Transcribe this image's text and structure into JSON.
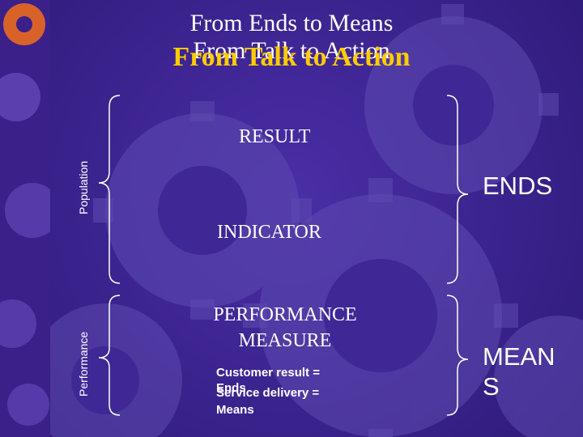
{
  "slide": {
    "title_line1": "From Ends to Means",
    "title_line2_shadow": "From Talk to Action",
    "title_line2": "From Talk to Action",
    "left_labels": {
      "population": "Population",
      "performance": "Performance"
    },
    "center": {
      "result": "RESULT",
      "indicator": "INDICATOR",
      "performance_measure_line1": "PERFORMANCE",
      "performance_measure_line2": "MEASURE",
      "note_customer_result": "Customer result  =",
      "note_ends": "Ends",
      "note_service_delivery": "Service delivery  =",
      "note_means": "Means"
    },
    "right": {
      "ends": "ENDS",
      "means_line1": "MEAN",
      "means_line2": "S"
    },
    "colors": {
      "background": "#3b238e",
      "title_accent": "#ffcc00",
      "text": "#ffffff",
      "gear": "#6a56b8"
    }
  }
}
